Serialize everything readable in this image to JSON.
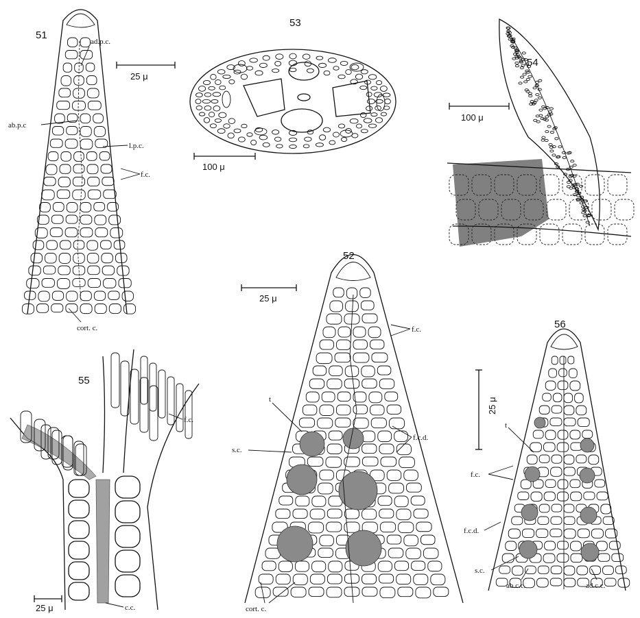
{
  "figures": {
    "fig51": {
      "number": "51",
      "scale": "25 μ",
      "labels": [
        "ad.p.c.",
        "ab.p.c",
        "l.p.c.",
        "f.c.",
        "cort. c."
      ]
    },
    "fig52": {
      "number": "52",
      "scale": "25 μ",
      "labels": [
        "f.c.",
        "t",
        "s.c.",
        "f.c.d.",
        "cort. c."
      ]
    },
    "fig53": {
      "number": "53",
      "scale": "100 μ"
    },
    "fig54": {
      "number": "54",
      "scale": "100 μ"
    },
    "fig55": {
      "number": "55",
      "scale": "25 μ",
      "labels": [
        "f.c.",
        "c.c."
      ]
    },
    "fig56": {
      "number": "56",
      "scale": "25 μ",
      "labels": [
        "t",
        "f.c.",
        "f.c.d.",
        "s.c.",
        "ab.c.c.",
        "ad.c.c."
      ]
    }
  },
  "colors": {
    "ink": "#111111",
    "background": "#ffffff",
    "stipple": "#8a8a8a"
  }
}
